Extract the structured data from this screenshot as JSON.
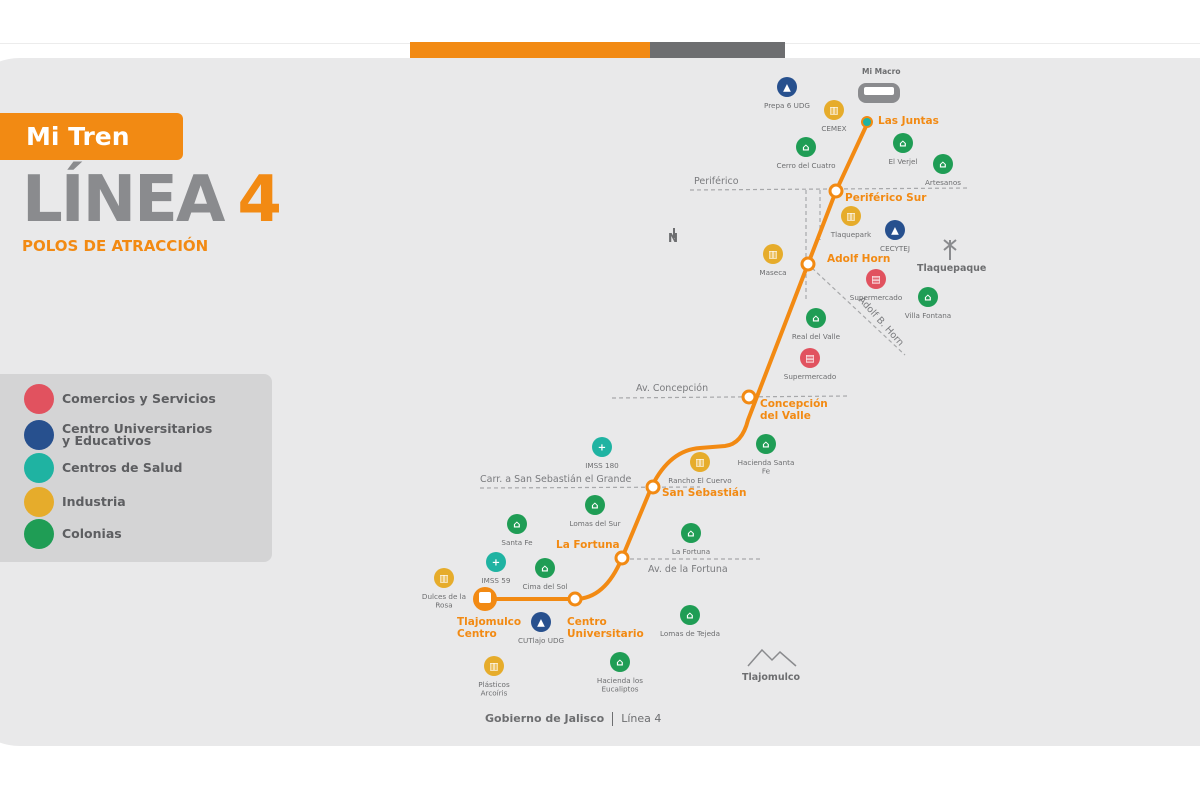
{
  "header": {
    "brand": "Mi Tren",
    "title": "LÍNEA",
    "number": "4",
    "subtitle": "POLOS DE ATRACCIÓN"
  },
  "colors": {
    "orange": "#f28a13",
    "gray": "#8a8b8e",
    "comercios": "#e1525f",
    "educativos": "#27508e",
    "salud": "#1fb3a2",
    "industria": "#e6ac2b",
    "colonias": "#1f9d55"
  },
  "legend": [
    {
      "key": "comercios",
      "label": "Comercios y Servicios",
      "icon": "store-icon"
    },
    {
      "key": "educativos",
      "label": "Centro Universitarios y Educativos",
      "icon": "graduation-cap-icon"
    },
    {
      "key": "salud",
      "label": "Centros de Salud",
      "icon": "health-cross-icon"
    },
    {
      "key": "industria",
      "label": "Industria",
      "icon": "factory-icon"
    },
    {
      "key": "colonias",
      "label": "Colonias",
      "icon": "houses-icon"
    }
  ],
  "map": {
    "north": "N",
    "mi_macro": "Mi Macro",
    "stations": [
      "Las Juntas",
      "Periférico Sur",
      "Adolf Horn",
      "Concepción del Valle",
      "San Sebastián",
      "La Fortuna",
      "Centro Universitario",
      "Tlajomulco Centro"
    ],
    "roads": [
      "Periférico",
      "Av. Concepción",
      "Carr. a San Sebastián el Grande",
      "Av. de la Fortuna",
      "Adolf B. Horn"
    ],
    "municipalities": [
      "Tlaquepaque",
      "Tlajomulco"
    ],
    "pois": [
      {
        "type": "educativos",
        "label": "Prepa 6 UDG"
      },
      {
        "type": "industria",
        "label": "CEMEX"
      },
      {
        "type": "colonias",
        "label": "Cerro del Cuatro"
      },
      {
        "type": "colonias",
        "label": "El Verjel"
      },
      {
        "type": "colonias",
        "label": "Artesanos"
      },
      {
        "type": "industria",
        "label": "Tlaquepark"
      },
      {
        "type": "educativos",
        "label": "CECYTEJ"
      },
      {
        "type": "industria",
        "label": "Maseca"
      },
      {
        "type": "comercios",
        "label": "Supermercado"
      },
      {
        "type": "colonias",
        "label": "Villa Fontana"
      },
      {
        "type": "colonias",
        "label": "Real del Valle"
      },
      {
        "type": "comercios",
        "label": "Supermercado"
      },
      {
        "type": "salud",
        "label": "IMSS 180"
      },
      {
        "type": "colonias",
        "label": "Hacienda Santa Fe"
      },
      {
        "type": "industria",
        "label": "Rancho El Cuervo"
      },
      {
        "type": "colonias",
        "label": "Lomas del Sur"
      },
      {
        "type": "colonias",
        "label": "Santa Fe"
      },
      {
        "type": "colonias",
        "label": "La Fortuna"
      },
      {
        "type": "salud",
        "label": "IMSS 59"
      },
      {
        "type": "colonias",
        "label": "Cima del Sol"
      },
      {
        "type": "industria",
        "label": "Dulces de la Rosa"
      },
      {
        "type": "educativos",
        "label": "CUTlajo UDG"
      },
      {
        "type": "colonias",
        "label": "Lomas de Tejeda"
      },
      {
        "type": "industria",
        "label": "Plásticos Arcoíris"
      },
      {
        "type": "colonias",
        "label": "Hacienda los Eucaliptos"
      }
    ]
  },
  "footer": {
    "gov": "Gobierno de Jalisco",
    "line": "Línea 4"
  }
}
